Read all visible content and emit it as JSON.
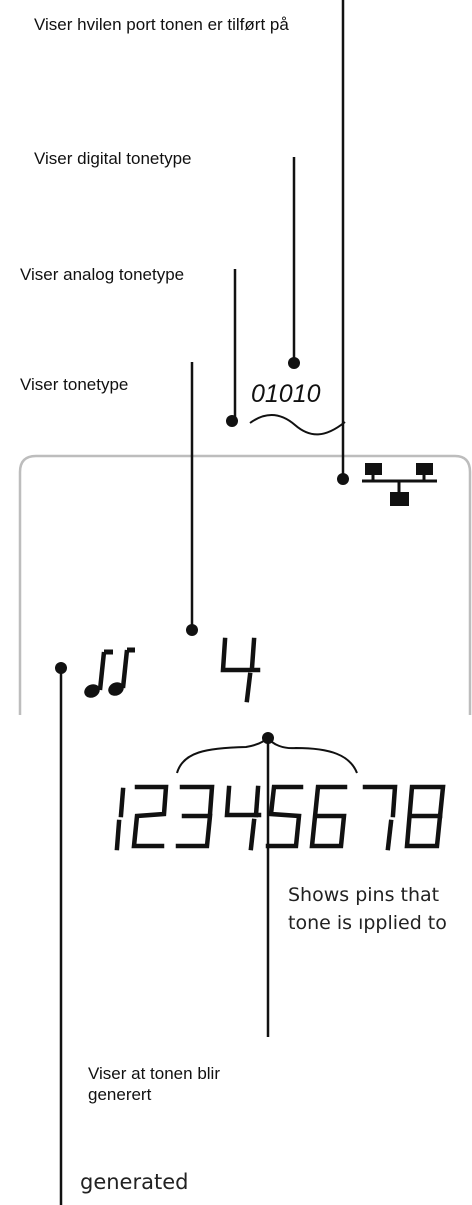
{
  "annotations": {
    "port": "Viser hvilen port tonen er tilført på",
    "digital": "Viser digital tonetype",
    "analog": "Viser analog tonetype",
    "tonetype": "Viser tonetype",
    "pins": "Shows pins that tone is ıpplied to",
    "generated_label": "Viser at tonen blir generert",
    "generated_en": "generated"
  },
  "display": {
    "digital_pattern": "01010",
    "tone_cadence": "4",
    "pins": [
      "1",
      "2",
      "3",
      "4",
      "5",
      "6",
      "7",
      "8"
    ],
    "highlighted_pins": [
      "3",
      "4",
      "5",
      "6"
    ]
  },
  "icons": {
    "port": "network-port-icon",
    "digital_wave": "wave-icon",
    "tone_notes": "music-notes-icon"
  }
}
